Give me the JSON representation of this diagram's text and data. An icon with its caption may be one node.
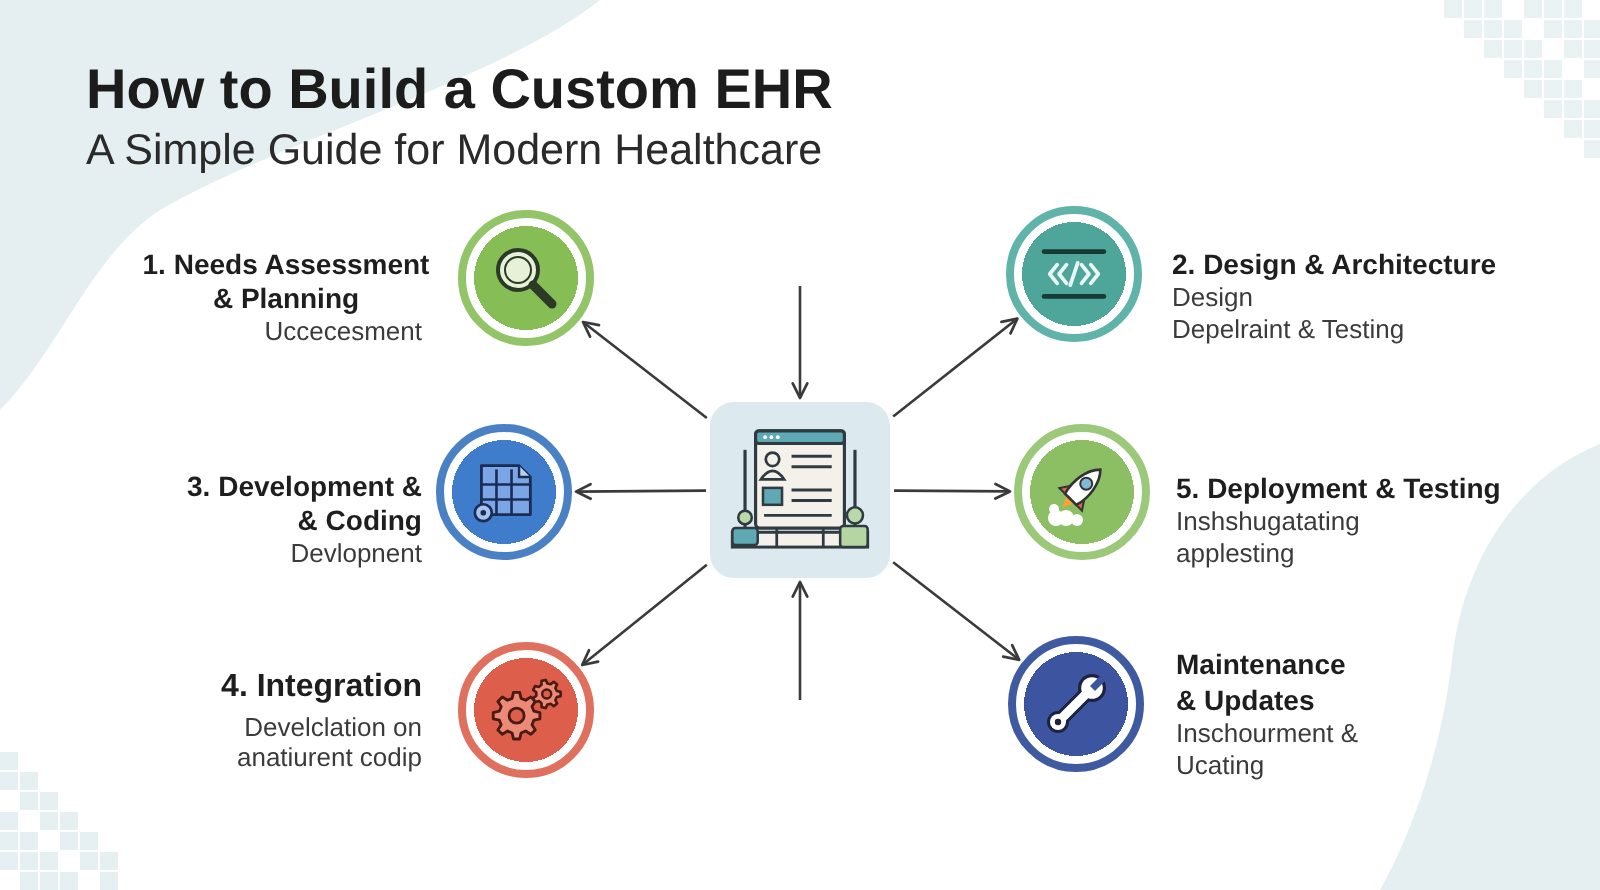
{
  "diagram": {
    "title": "How to Build a Custom EHR",
    "nodes": [
      {
        "text": [
          "1. Needs Assessment & Planning",
          "Uccecesment"
        ]
      },
      {
        "text": [
          "2. Design & Architecture",
          "Design",
          "Depelraint & Testing"
        ]
      },
      {
        "text": [
          "3. Development & & Coding",
          "Devlopnent"
        ]
      },
      {
        "text": [],
        "shape": "picture"
      },
      {
        "text": [
          "5. Deployment & Testing",
          "Inshshugatating applesting"
        ]
      },
      {
        "text": [
          "4. Integration",
          "Develclation on anatiurent codip"
        ]
      },
      {
        "text": [
          "Maintenance & Updates",
          "Inschourment & Ucating"
        ]
      }
    ],
    "edges": [
      {
        "from": 3,
        "to": 0,
        "arrow": "to"
      },
      {
        "from": null,
        "to": 3,
        "arrow": "to"
      },
      {
        "from": 3,
        "to": 1,
        "arrow": "to"
      },
      {
        "from": 3,
        "to": 2,
        "arrow": "to"
      },
      {
        "from": 3,
        "to": 4,
        "arrow": "to"
      },
      {
        "from": 3,
        "to": 5,
        "arrow": "to"
      },
      {
        "from": null,
        "to": 3,
        "arrow": "to"
      },
      {
        "from": 3,
        "to": 6,
        "arrow": "to"
      }
    ],
    "labels": [
      "A Simple Guide for Modern Healthcare"
    ]
  }
}
